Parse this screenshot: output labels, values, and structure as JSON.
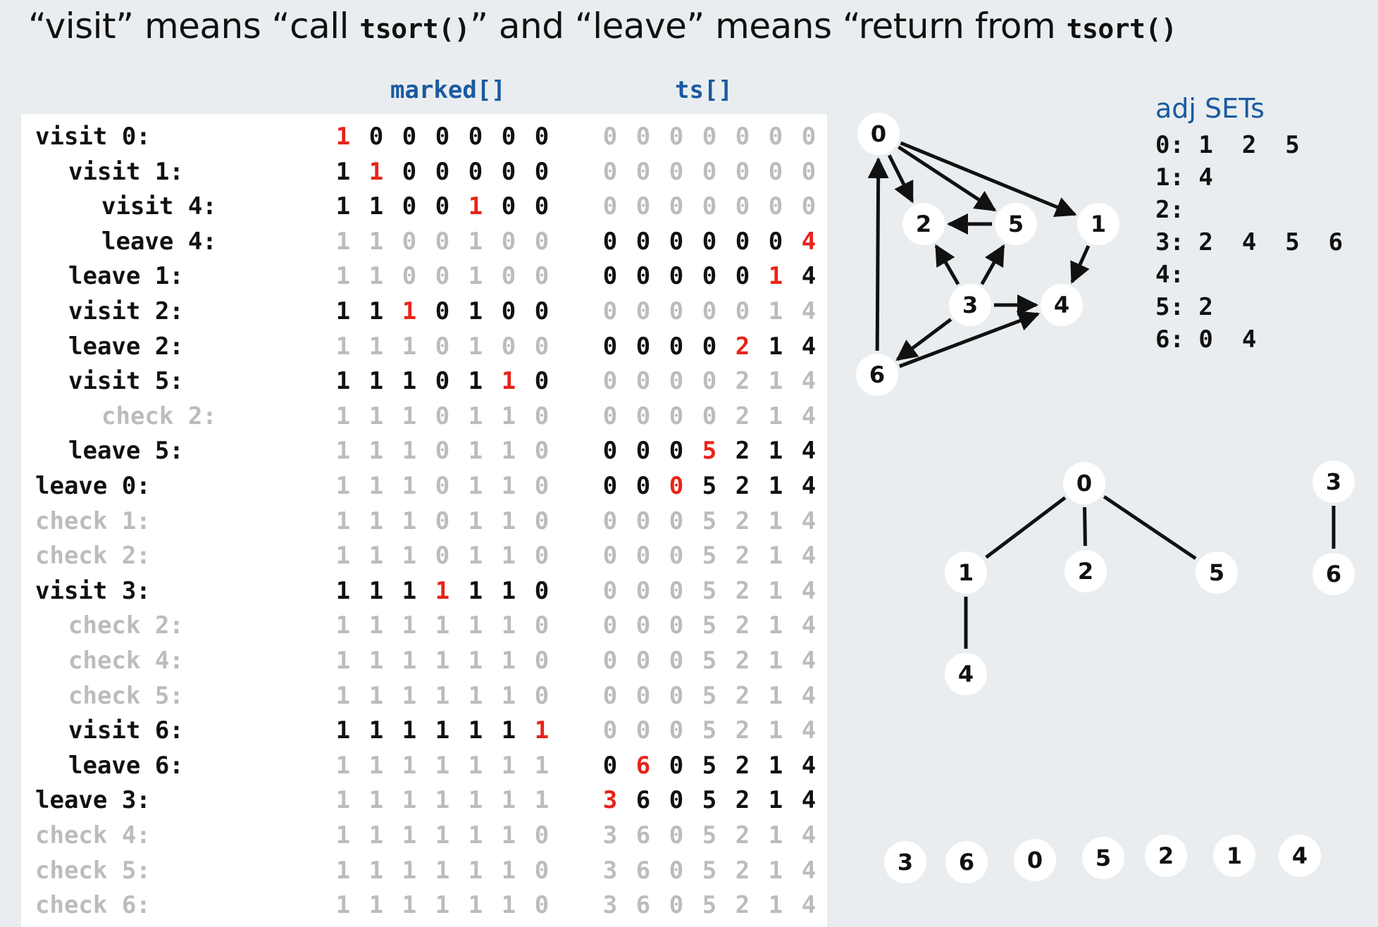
{
  "title": {
    "part1": "“visit” means “call ",
    "code1": "tsort()",
    "part2": "” and “leave” means “return from ",
    "code2": "tsort()"
  },
  "headers": {
    "marked": "marked[]",
    "ts": "ts[]"
  },
  "rows": [
    {
      "label": "visit 0:",
      "indent": 0,
      "style": "black",
      "marked": [
        "1",
        "0",
        "0",
        "0",
        "0",
        "0",
        "0"
      ],
      "mstyle": "black",
      "mred": 0,
      "ts": [
        "0",
        "0",
        "0",
        "0",
        "0",
        "0",
        "0"
      ],
      "tstyle": "gray",
      "tred": -1
    },
    {
      "label": "visit 1:",
      "indent": 1,
      "style": "black",
      "marked": [
        "1",
        "1",
        "0",
        "0",
        "0",
        "0",
        "0"
      ],
      "mstyle": "black",
      "mred": 1,
      "ts": [
        "0",
        "0",
        "0",
        "0",
        "0",
        "0",
        "0"
      ],
      "tstyle": "gray",
      "tred": -1
    },
    {
      "label": "visit 4:",
      "indent": 2,
      "style": "black",
      "marked": [
        "1",
        "1",
        "0",
        "0",
        "1",
        "0",
        "0"
      ],
      "mstyle": "black",
      "mred": 4,
      "ts": [
        "0",
        "0",
        "0",
        "0",
        "0",
        "0",
        "0"
      ],
      "tstyle": "gray",
      "tred": -1
    },
    {
      "label": "leave 4:",
      "indent": 2,
      "style": "black",
      "marked": [
        "1",
        "1",
        "0",
        "0",
        "1",
        "0",
        "0"
      ],
      "mstyle": "gray",
      "mred": -1,
      "ts": [
        "0",
        "0",
        "0",
        "0",
        "0",
        "0",
        "4"
      ],
      "tstyle": "black",
      "tred": 6
    },
    {
      "label": "leave 1:",
      "indent": 1,
      "style": "black",
      "marked": [
        "1",
        "1",
        "0",
        "0",
        "1",
        "0",
        "0"
      ],
      "mstyle": "gray",
      "mred": -1,
      "ts": [
        "0",
        "0",
        "0",
        "0",
        "0",
        "1",
        "4"
      ],
      "tstyle": "black",
      "tred": 5
    },
    {
      "label": "visit 2:",
      "indent": 1,
      "style": "black",
      "marked": [
        "1",
        "1",
        "1",
        "0",
        "1",
        "0",
        "0"
      ],
      "mstyle": "black",
      "mred": 2,
      "ts": [
        "0",
        "0",
        "0",
        "0",
        "0",
        "1",
        "4"
      ],
      "tstyle": "gray",
      "tred": -1
    },
    {
      "label": "leave 2:",
      "indent": 1,
      "style": "black",
      "marked": [
        "1",
        "1",
        "1",
        "0",
        "1",
        "0",
        "0"
      ],
      "mstyle": "gray",
      "mred": -1,
      "ts": [
        "0",
        "0",
        "0",
        "0",
        "2",
        "1",
        "4"
      ],
      "tstyle": "black",
      "tred": 4
    },
    {
      "label": "visit 5:",
      "indent": 1,
      "style": "black",
      "marked": [
        "1",
        "1",
        "1",
        "0",
        "1",
        "1",
        "0"
      ],
      "mstyle": "black",
      "mred": 5,
      "ts": [
        "0",
        "0",
        "0",
        "0",
        "2",
        "1",
        "4"
      ],
      "tstyle": "gray",
      "tred": -1
    },
    {
      "label": "check 2:",
      "indent": 2,
      "style": "gray",
      "marked": [
        "1",
        "1",
        "1",
        "0",
        "1",
        "1",
        "0"
      ],
      "mstyle": "gray",
      "mred": -1,
      "ts": [
        "0",
        "0",
        "0",
        "0",
        "2",
        "1",
        "4"
      ],
      "tstyle": "gray",
      "tred": -1
    },
    {
      "label": "leave 5:",
      "indent": 1,
      "style": "black",
      "marked": [
        "1",
        "1",
        "1",
        "0",
        "1",
        "1",
        "0"
      ],
      "mstyle": "gray",
      "mred": -1,
      "ts": [
        "0",
        "0",
        "0",
        "5",
        "2",
        "1",
        "4"
      ],
      "tstyle": "black",
      "tred": 3
    },
    {
      "label": "leave 0:",
      "indent": 0,
      "style": "black",
      "marked": [
        "1",
        "1",
        "1",
        "0",
        "1",
        "1",
        "0"
      ],
      "mstyle": "gray",
      "mred": -1,
      "ts": [
        "0",
        "0",
        "0",
        "5",
        "2",
        "1",
        "4"
      ],
      "tstyle": "black",
      "tred": 2
    },
    {
      "label": "check 1:",
      "indent": 0,
      "style": "gray",
      "marked": [
        "1",
        "1",
        "1",
        "0",
        "1",
        "1",
        "0"
      ],
      "mstyle": "gray",
      "mred": -1,
      "ts": [
        "0",
        "0",
        "0",
        "5",
        "2",
        "1",
        "4"
      ],
      "tstyle": "gray",
      "tred": -1
    },
    {
      "label": "check 2:",
      "indent": 0,
      "style": "gray",
      "marked": [
        "1",
        "1",
        "1",
        "0",
        "1",
        "1",
        "0"
      ],
      "mstyle": "gray",
      "mred": -1,
      "ts": [
        "0",
        "0",
        "0",
        "5",
        "2",
        "1",
        "4"
      ],
      "tstyle": "gray",
      "tred": -1
    },
    {
      "label": "visit 3:",
      "indent": 0,
      "style": "black",
      "marked": [
        "1",
        "1",
        "1",
        "1",
        "1",
        "1",
        "0"
      ],
      "mstyle": "black",
      "mred": 3,
      "ts": [
        "0",
        "0",
        "0",
        "5",
        "2",
        "1",
        "4"
      ],
      "tstyle": "gray",
      "tred": -1
    },
    {
      "label": "check 2:",
      "indent": 1,
      "style": "gray",
      "marked": [
        "1",
        "1",
        "1",
        "1",
        "1",
        "1",
        "0"
      ],
      "mstyle": "gray",
      "mred": -1,
      "ts": [
        "0",
        "0",
        "0",
        "5",
        "2",
        "1",
        "4"
      ],
      "tstyle": "gray",
      "tred": -1
    },
    {
      "label": "check 4:",
      "indent": 1,
      "style": "gray",
      "marked": [
        "1",
        "1",
        "1",
        "1",
        "1",
        "1",
        "0"
      ],
      "mstyle": "gray",
      "mred": -1,
      "ts": [
        "0",
        "0",
        "0",
        "5",
        "2",
        "1",
        "4"
      ],
      "tstyle": "gray",
      "tred": -1
    },
    {
      "label": "check 5:",
      "indent": 1,
      "style": "gray",
      "marked": [
        "1",
        "1",
        "1",
        "1",
        "1",
        "1",
        "0"
      ],
      "mstyle": "gray",
      "mred": -1,
      "ts": [
        "0",
        "0",
        "0",
        "5",
        "2",
        "1",
        "4"
      ],
      "tstyle": "gray",
      "tred": -1
    },
    {
      "label": "visit 6:",
      "indent": 1,
      "style": "black",
      "marked": [
        "1",
        "1",
        "1",
        "1",
        "1",
        "1",
        "1"
      ],
      "mstyle": "black",
      "mred": 6,
      "ts": [
        "0",
        "0",
        "0",
        "5",
        "2",
        "1",
        "4"
      ],
      "tstyle": "gray",
      "tred": -1
    },
    {
      "label": "leave 6:",
      "indent": 1,
      "style": "black",
      "marked": [
        "1",
        "1",
        "1",
        "1",
        "1",
        "1",
        "1"
      ],
      "mstyle": "gray",
      "mred": -1,
      "ts": [
        "0",
        "6",
        "0",
        "5",
        "2",
        "1",
        "4"
      ],
      "tstyle": "black",
      "tred": 1
    },
    {
      "label": "leave 3:",
      "indent": 0,
      "style": "black",
      "marked": [
        "1",
        "1",
        "1",
        "1",
        "1",
        "1",
        "1"
      ],
      "mstyle": "gray",
      "mred": -1,
      "ts": [
        "3",
        "6",
        "0",
        "5",
        "2",
        "1",
        "4"
      ],
      "tstyle": "black",
      "tred": 0
    },
    {
      "label": "check 4:",
      "indent": 0,
      "style": "gray",
      "marked": [
        "1",
        "1",
        "1",
        "1",
        "1",
        "1",
        "0"
      ],
      "mstyle": "gray",
      "mred": -1,
      "ts": [
        "3",
        "6",
        "0",
        "5",
        "2",
        "1",
        "4"
      ],
      "tstyle": "gray",
      "tred": -1
    },
    {
      "label": "check 5:",
      "indent": 0,
      "style": "gray",
      "marked": [
        "1",
        "1",
        "1",
        "1",
        "1",
        "1",
        "0"
      ],
      "mstyle": "gray",
      "mred": -1,
      "ts": [
        "3",
        "6",
        "0",
        "5",
        "2",
        "1",
        "4"
      ],
      "tstyle": "gray",
      "tred": -1
    },
    {
      "label": "check 6:",
      "indent": 0,
      "style": "gray",
      "marked": [
        "1",
        "1",
        "1",
        "1",
        "1",
        "1",
        "0"
      ],
      "mstyle": "gray",
      "mred": -1,
      "ts": [
        "3",
        "6",
        "0",
        "5",
        "2",
        "1",
        "4"
      ],
      "tstyle": "gray",
      "tred": -1
    }
  ],
  "adj": {
    "title": "adj SETs",
    "lines": [
      "0: 1  2  5",
      "1: 4",
      "2:",
      "3: 2  4  5  6",
      "4:",
      "5: 2",
      "6: 0  4"
    ]
  },
  "digraph": {
    "nodes": [
      "0",
      "1",
      "2",
      "3",
      "4",
      "5",
      "6"
    ],
    "edges": [
      [
        "0",
        "2"
      ],
      [
        "0",
        "5"
      ],
      [
        "0",
        "1"
      ],
      [
        "5",
        "2"
      ],
      [
        "1",
        "4"
      ],
      [
        "3",
        "2"
      ],
      [
        "3",
        "5"
      ],
      [
        "3",
        "4"
      ],
      [
        "3",
        "6"
      ],
      [
        "6",
        "4"
      ],
      [
        "6",
        "0"
      ]
    ]
  },
  "forest": {
    "nodes": [
      "0",
      "1",
      "2",
      "5",
      "4",
      "3",
      "6"
    ],
    "edges": [
      [
        "0",
        "1"
      ],
      [
        "0",
        "2"
      ],
      [
        "0",
        "5"
      ],
      [
        "1",
        "4"
      ],
      [
        "3",
        "6"
      ]
    ]
  },
  "order": [
    "3",
    "6",
    "0",
    "5",
    "2",
    "1",
    "4"
  ],
  "colors": {
    "red": "#e8231a",
    "gray": "#bcbcbc",
    "blue": "#1a5aa0",
    "black": "#111111"
  }
}
